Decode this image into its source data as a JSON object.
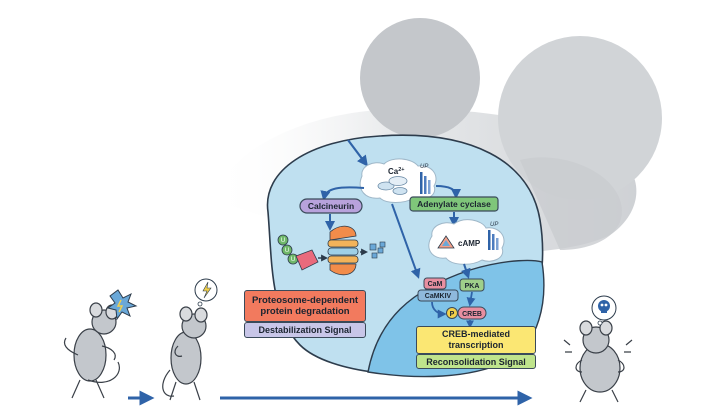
{
  "labels": {
    "ca": "Ca",
    "ca_sup": "2+",
    "up1": "UP",
    "up2": "UP",
    "calcineurin": "Calcineurin",
    "adenylate_cyclase": "Adenylate cyclase",
    "camp": "cAMP",
    "cam": "CaM",
    "camkiv": "CaMKIV",
    "pka": "PKA",
    "p": "P",
    "creb": "CREB",
    "proteasome": "Proteosome-dependent protein degradation",
    "destabilization": "Destabilization Signal",
    "creb_mediated": "CREB-mediated transcription",
    "reconsolidation": "Reconsolidation Signal"
  },
  "colors": {
    "brain_outer": "#bfe0f0",
    "brain_inner": "#7fc3e8",
    "calcineurin_pill": "#b8a2dc",
    "adenylate_pill": "#7fc67a",
    "orange_box": "#f27a5e",
    "lavender_box": "#c8c6e8",
    "yellow_box": "#fbe773",
    "green_box": "#bfe48c",
    "arrow_blue": "#2f63a8"
  }
}
